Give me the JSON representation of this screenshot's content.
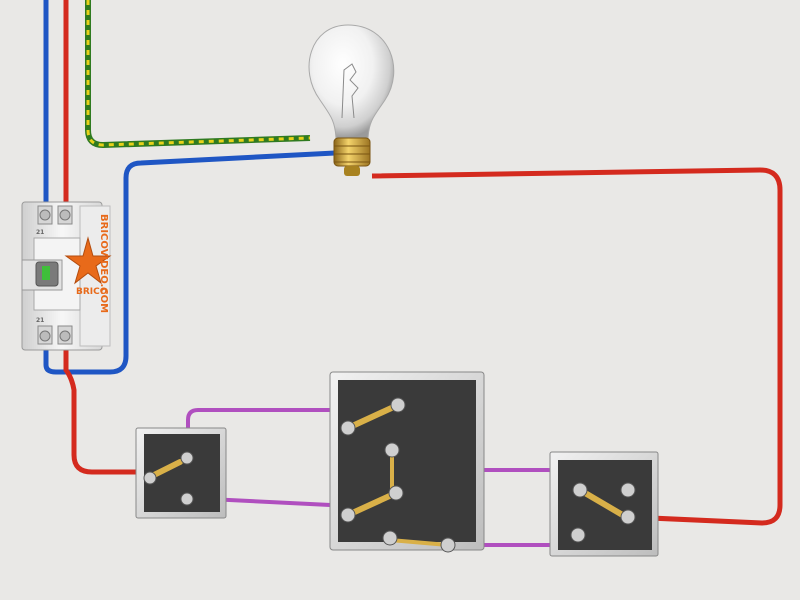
{
  "breaker": {
    "brand_vertical": "BRICOVIDEO.COM",
    "logo_text": "BRICO",
    "terminal_label": "21"
  },
  "colors": {
    "background": "#e9e8e6",
    "phase_wire": "#d42a1e",
    "neutral_wire": "#1f56c4",
    "earth_wire_green": "#3f9a2c",
    "earth_wire_yellow": "#e8d21a",
    "traveler_wire": "#b04fbf",
    "switch_plate": "#3a3a3a",
    "brass": "#c9a03a",
    "brand_orange": "#e86a1a"
  },
  "components": [
    {
      "name": "circuit-breaker"
    },
    {
      "name": "light-bulb"
    },
    {
      "name": "two-way-switch-left"
    },
    {
      "name": "intermediate-switch"
    },
    {
      "name": "two-way-switch-right"
    }
  ]
}
